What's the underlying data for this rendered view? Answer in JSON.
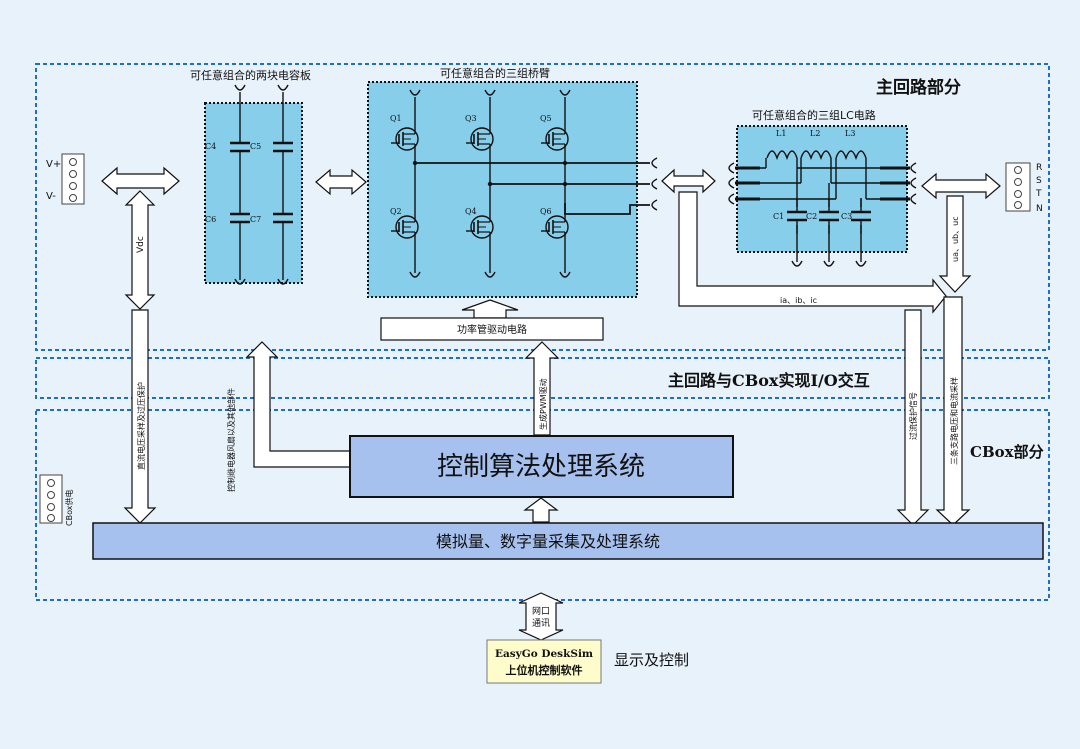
{
  "sections": {
    "main_circuit": "主回路部分",
    "io_interaction": "主回路与CBox实现I/O交互",
    "cbox": "CBox部分"
  },
  "blocks": {
    "capacitor_board": "可任意组合的两块电容板",
    "bridge": "可任意组合的三组桥臂",
    "lc_circuit": "可任意组合的三组LC电路",
    "driver": "功率管驱动电路",
    "control_algorithm": "控制算法处理系统",
    "acquisition": "模拟量、数字量采集及处理系统",
    "network": "网口\n通讯",
    "host_software_line1": "EasyGo DeskSim",
    "host_software_line2": "上位机控制软件",
    "display_control": "显示及控制"
  },
  "capacitors": [
    "C4",
    "C5",
    "C6",
    "C7"
  ],
  "switches": [
    "Q1",
    "Q3",
    "Q5",
    "Q2",
    "Q4",
    "Q6"
  ],
  "inductors": [
    "L1",
    "L2",
    "L3"
  ],
  "lc_capacitors": [
    "C1",
    "C2",
    "C3"
  ],
  "terminals": {
    "dc_plus": "V+",
    "dc_minus": "V-",
    "ac": [
      "R",
      "S",
      "T",
      "N"
    ]
  },
  "signals": {
    "vdc": "Vdc",
    "currents": "ia、ib、ic",
    "voltages": "ua、ub、uc",
    "dc_voltage_protection": "直流电压采样及过压保护",
    "relay_fan_control": "控制继电器风扇以及其他部件",
    "pwm": "生成PWM驱动",
    "overcurrent": "过流保护信号",
    "three_phase_sampling": "三条支路电压和电流采样",
    "cbox_power": "CBox供电"
  },
  "colors": {
    "page_bg": "#e8f2fb",
    "panel": "#87ceeb",
    "bar": "#a7c1ef",
    "section_border": "#1f6fc5",
    "host_box": "#fffccc"
  }
}
